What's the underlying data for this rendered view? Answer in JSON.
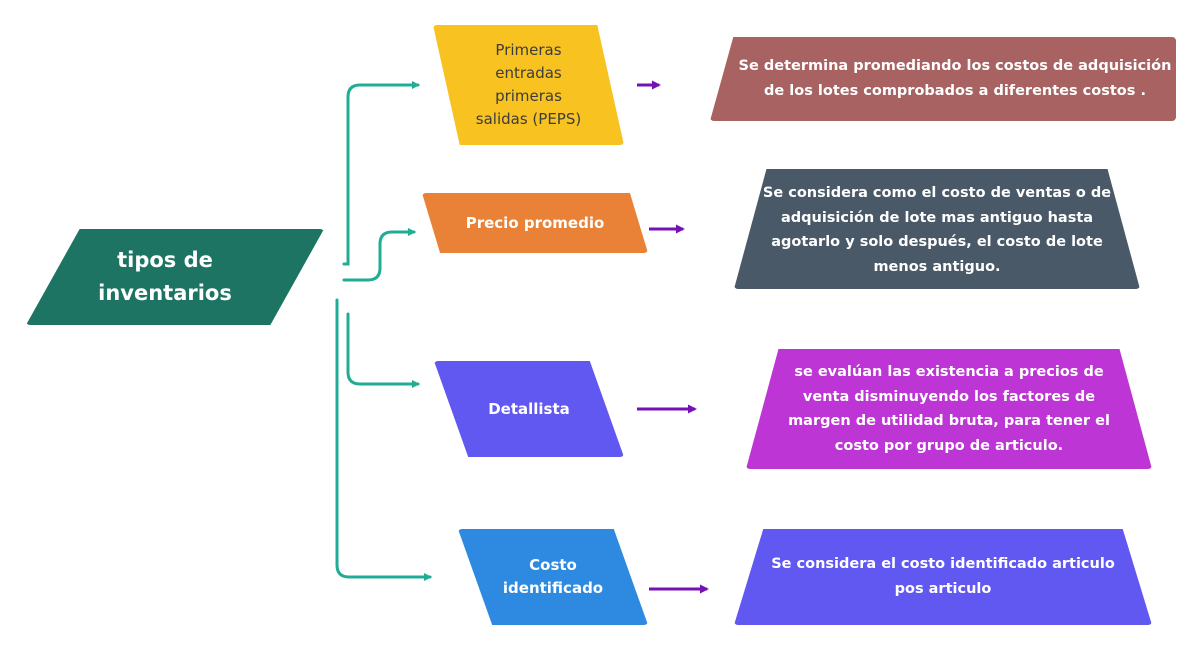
{
  "root": {
    "label": "tipos de\ninventarios",
    "color": "#1e7463"
  },
  "colors": {
    "connector": "#20ac95",
    "arrow": "#7412b3"
  },
  "categories": [
    {
      "id": "peps",
      "label": "Primeras\nentradas\nprimeras\nsalidas (PEPS)",
      "color": "#f8c220",
      "text_color": "#3c3c3c",
      "description": "Se determina  promediando los costos de adquisición\nde los lotes comprobados a diferentes costos .",
      "description_color": "#a76261"
    },
    {
      "id": "promedio",
      "label": "Precio promedio",
      "color": "#e98136",
      "text_color": "#ffffff",
      "description": "Se considera como el costo de ventas o de\nadquisición  de lote mas antiguo hasta\nagotarlo y solo después, el costo de lote\nmenos antiguo.",
      "description_color": "#4a5967"
    },
    {
      "id": "detallista",
      "label": "Detallista",
      "color": "#6158f2",
      "text_color": "#ffffff",
      "description": "se evalúan  las existencia a precios de\nventa disminuyendo los factores de\nmargen de utilidad bruta, para tener el\ncosto por grupo  de articulo.",
      "description_color": "#bd35d4"
    },
    {
      "id": "costo",
      "label": "Costo\nidentificado",
      "color": "#2d8ae0",
      "text_color": "#ffffff",
      "description": "Se considera el costo identificado articulo\npos articulo",
      "description_color": "#6158f2"
    }
  ]
}
